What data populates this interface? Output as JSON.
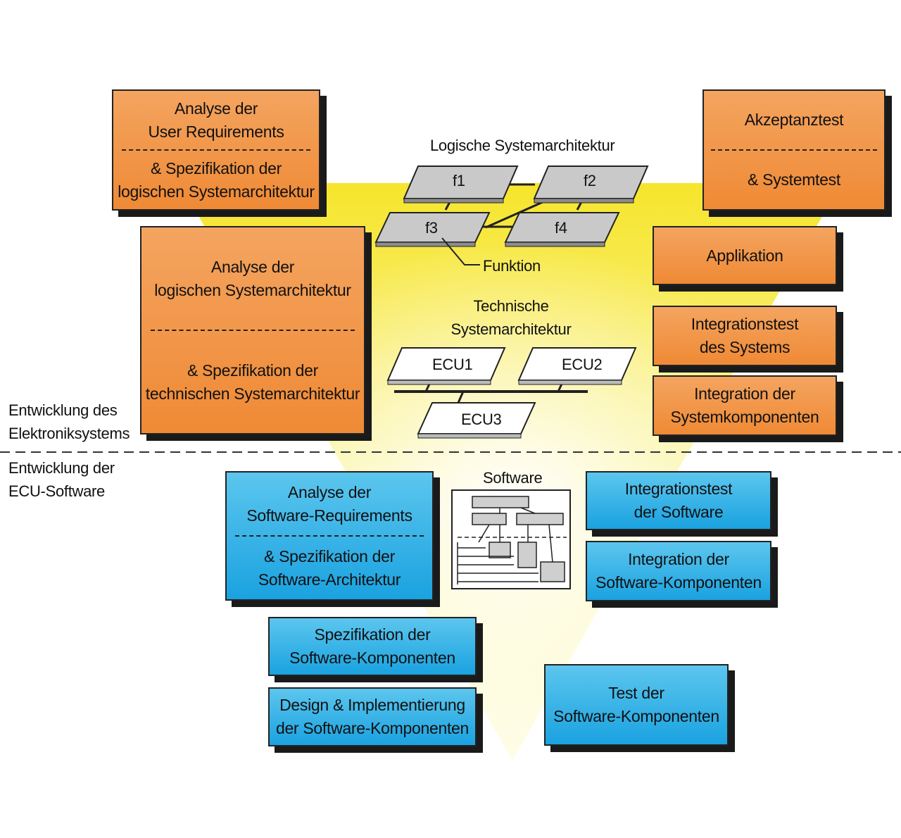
{
  "side_labels": {
    "upper": [
      "Entwicklung des",
      "Elektroniksystems"
    ],
    "lower": [
      "Entwicklung der",
      "ECU-Software"
    ]
  },
  "left_boxes": {
    "user_requirements": {
      "top": [
        "Analyse der",
        "User Requirements"
      ],
      "bottom": [
        "& Spezifikation der",
        "logischen Systemarchitektur"
      ]
    },
    "logical_arch": {
      "top": [
        "Analyse der",
        "logischen Systemarchitektur"
      ],
      "bottom": [
        "& Spezifikation der",
        "technischen Systemarchitektur"
      ]
    },
    "software_requirements": {
      "top": [
        "Analyse der",
        "Software-Requirements"
      ],
      "bottom": [
        "& Spezifikation der",
        "Software-Architektur"
      ]
    },
    "sw_component_spec": [
      "Spezifikation der",
      "Software-Komponenten"
    ],
    "sw_design": [
      "Design & Implementierung",
      "der Software-Komponenten"
    ]
  },
  "right_boxes": {
    "acceptance": {
      "top": [
        "Akzeptanztest"
      ],
      "bottom": [
        "& Systemtest"
      ]
    },
    "application": [
      "Applikation"
    ],
    "system_integration_test": [
      "Integrationstest",
      "des Systems"
    ],
    "system_component_integration": [
      "Integration der",
      "Systemkomponenten"
    ],
    "sw_integration_test": [
      "Integrationstest",
      "der Software"
    ],
    "sw_component_integration": [
      "Integration der",
      "Software-Komponenten"
    ],
    "sw_component_test": [
      "Test der",
      "Software-Komponenten"
    ]
  },
  "center": {
    "logical_title": "Logische Systemarchitektur",
    "functions": [
      "f1",
      "f2",
      "f3",
      "f4"
    ],
    "function_label": "Funktion",
    "technical_title": [
      "Technische",
      "Systemarchitektur"
    ],
    "ecus": [
      "ECU1",
      "ECU2",
      "ECU3"
    ],
    "software_title": "Software"
  },
  "colors": {
    "orange": "#ef8a35",
    "blue": "#1aa2e0",
    "yellow": "#f7ea3a",
    "gray_plate": "#c8c8c8"
  }
}
